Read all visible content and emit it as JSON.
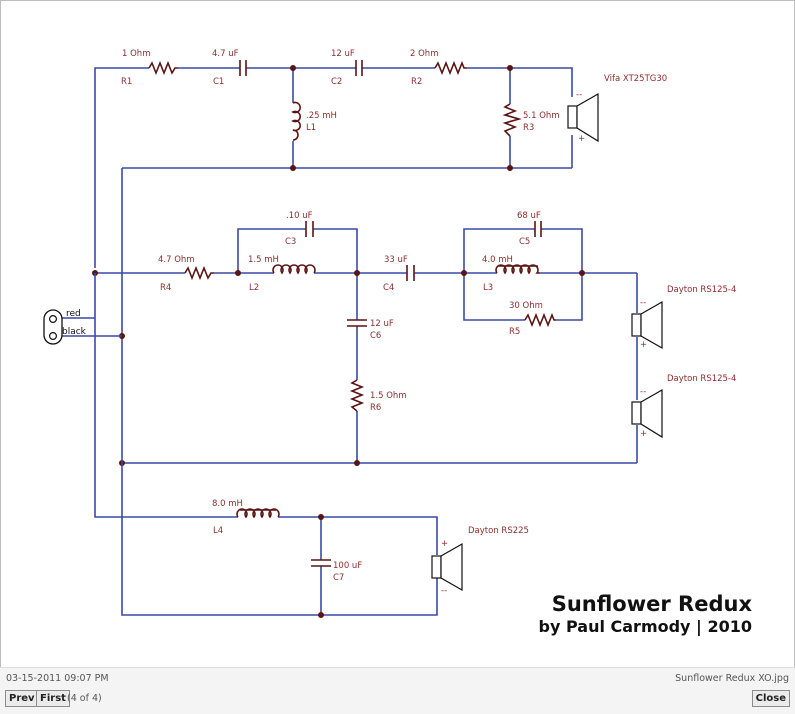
{
  "title_line1": "Sunflower Redux",
  "title_line2": "by Paul Carmody | 2010",
  "connector": {
    "red": "red",
    "black": "black"
  },
  "speakers": {
    "tweeter": "Vifa XT25TG30",
    "mid_upper": "Dayton RS125-4",
    "mid_lower": "Dayton RS125-4",
    "woofer": "Dayton RS225"
  },
  "components": {
    "R1": {
      "ref": "R1",
      "value": "1 Ohm"
    },
    "C1": {
      "ref": "C1",
      "value": "4.7 uF"
    },
    "C2": {
      "ref": "C2",
      "value": "12 uF"
    },
    "R2": {
      "ref": "R2",
      "value": "2 Ohm"
    },
    "L1": {
      "ref": "L1",
      "value": ".25 mH"
    },
    "R3": {
      "ref": "R3",
      "value": "5.1 Ohm"
    },
    "R4": {
      "ref": "R4",
      "value": "4.7 Ohm"
    },
    "L2": {
      "ref": "L2",
      "value": "1.5 mH"
    },
    "C3": {
      "ref": "C3",
      "value": ".10 uF"
    },
    "C4": {
      "ref": "C4",
      "value": "33 uF"
    },
    "L3": {
      "ref": "L3",
      "value": "4.0 mH"
    },
    "C5": {
      "ref": "C5",
      "value": "68 uF"
    },
    "R5": {
      "ref": "R5",
      "value": "30 Ohm"
    },
    "C6": {
      "ref": "C6",
      "value": "12 uF"
    },
    "R6": {
      "ref": "R6",
      "value": "1.5 Ohm"
    },
    "L4": {
      "ref": "L4",
      "value": "8.0 mH"
    },
    "C7": {
      "ref": "C7",
      "value": "100 uF"
    }
  },
  "polarity": {
    "plus": "+",
    "minus": "--"
  },
  "footer": {
    "date": "03-15-2011 09:07 PM",
    "filename": "Sunflower Redux XO.jpg",
    "prev": "Prev",
    "first": "First",
    "count": "(4 of 4)",
    "close": "Close"
  }
}
